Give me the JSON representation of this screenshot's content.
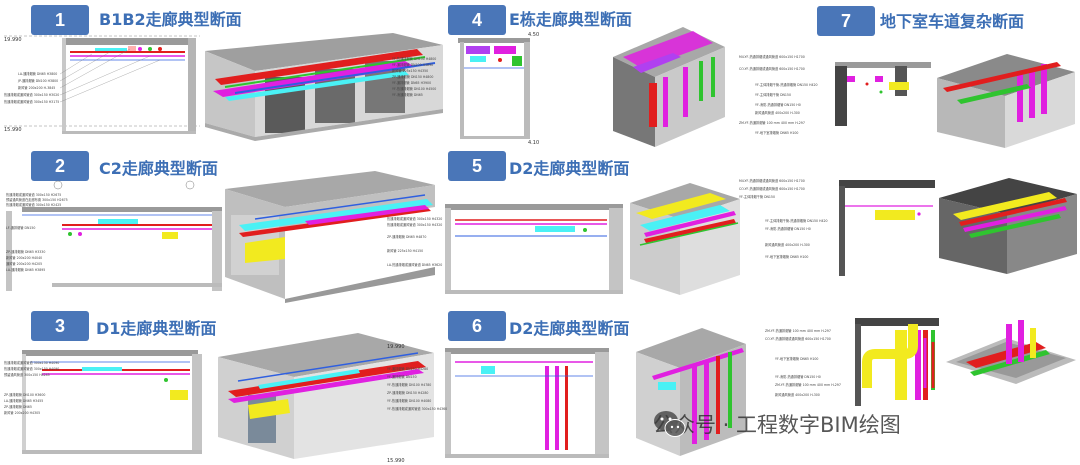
{
  "panels": [
    {
      "number": "1",
      "title": "B1B2走廊典型断面",
      "levels": [
        "19.990",
        "15.990"
      ],
      "notes": [
        "LA-通排烟管 DN65 H3800",
        "JP-通排烟管 DN100 H3800",
        "新风管 200x200 H-3845",
        "热通排烟或通风管道 300x150 H3020",
        "热通排烟或通风管道 300x150 H3175"
      ]
    },
    {
      "number": "2",
      "title": "C2走廊典型断面",
      "levels": [],
      "notes": [
        "热通排烟或通风管道 300x150 H2675",
        "预留通风管道在走廊布置 300x150 H2675",
        "热通排烟或通风管道 300x150 H2425",
        "LF-通排烟管 DN150",
        "ZP-通排烟管 DN65 H3330",
        "新风管 200x200 H4040",
        "通风管 200x200 H4205",
        "LA-通排烟管 DN65 H3895"
      ]
    },
    {
      "number": "3",
      "title": "D1走廊典型断面",
      "levels": [],
      "notes": [
        "热通排烟或通风管道 300x150 H4090",
        "热通排烟或通风管道 300x150 H4090",
        "预留通风管道 300x150 H4245",
        "ZP-通排烟管 DN100 H3600",
        "LA-通排烟管 DN65 H3455",
        "ZP-通排烟管 DN65",
        "新风管 200x200 H4305"
      ]
    },
    {
      "number": "4",
      "title": "E栋走廊典型断面",
      "levels": [
        "4.50",
        "4.10"
      ],
      "notes": [
        "YF-热通排烟管 DN150 H4800",
        "YF-通排烟管 DN100 H4890",
        "新风管 225x150 H4350",
        "ZP-通排烟管 DN150 H4800",
        "YF-通排烟管 DN65 H3900",
        "YF-热通排烟管 DN100 H4500",
        "YF-消通排烟管 DN65"
      ]
    },
    {
      "number": "5",
      "title": "D2走廊典型断面",
      "levels": [],
      "notes": [
        "热通排烟或通风管道 300x150 H4320",
        "热通排烟或通风管道 300x150 H4320",
        "ZP-通排烟管 DN65 H4870",
        "新风管 225x150 H4150",
        "LA-热通排烟或通风管道 DN65 H3620"
      ]
    },
    {
      "number": "6",
      "title": "D2走廊典型断面",
      "levels": [
        "19.990",
        "15.990"
      ],
      "notes": [
        "YF-通排烟管 DN150 H4280",
        "YF-通排烟管 DN150",
        "YF-热通排烟管 DN100 H4780",
        "ZP-通排烟管 DN150 H4280",
        "YF-热通排烟管 DN100 H4080",
        "YF-热通排烟或通风管道 300x150 H4360"
      ]
    },
    {
      "number": "7",
      "title": "地下室车道复杂断面",
      "levels": [],
      "notes": [
        "M4-YF-热通排烟或通风管道 600x150 H1700",
        "CO-YF-热通排烟或通风管道 600x150 H1700",
        "YF-主体排烟干管-热通排烟管 DN150 H420",
        "YF-主体排烟干管 DN150",
        "YF-消防-热通排烟管 DN150 H0",
        "新风通风管道 400x200 H-300",
        "ZM-YF-热通排烟管 100 mm 400 mm H-297",
        "YF-地下室排烟管 DN65 H100"
      ]
    }
  ],
  "watermark": {
    "text": "公众号 · 工程数字BIM绘图",
    "icon": "wechat-icon"
  },
  "colors": {
    "badge": "#4a76b8",
    "title": "#3d6fb5",
    "magenta": "#e020e0",
    "red": "#e11e1e",
    "yellow": "#f2ea1f",
    "cyan": "#3fd4ec",
    "green": "#2fc42f",
    "blue": "#2f5fe0",
    "wall": "#cfcfcf",
    "slab": "#9a9a9a"
  }
}
